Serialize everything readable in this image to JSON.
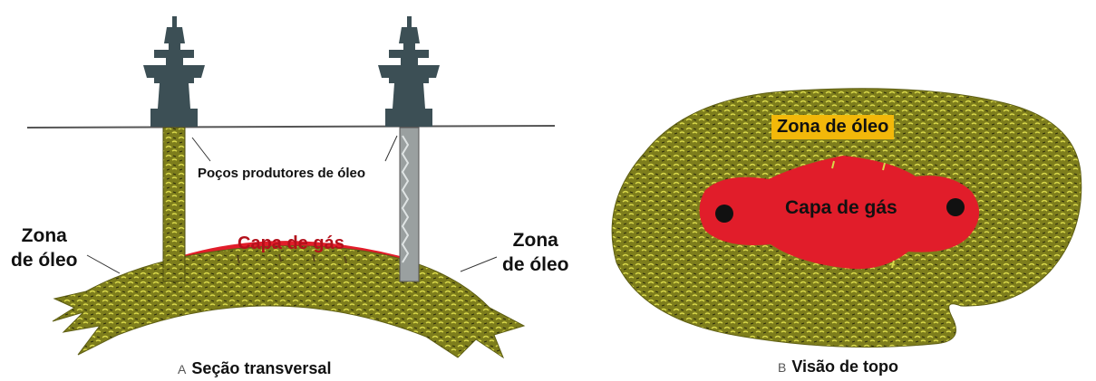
{
  "panel_a": {
    "zone_left_line1": "Zona",
    "zone_left_line2": "de óleo",
    "zone_right_line1": "Zona",
    "zone_right_line2": "de óleo",
    "wells_label": "Poços produtores de óleo",
    "gas_cap_label": "Capa de gás",
    "caption_letter": "A",
    "caption": "Seção transversal"
  },
  "panel_b": {
    "zone_label": "Zona de óleo",
    "gas_cap_label": "Capa de gás",
    "caption_letter": "B",
    "caption": "Visão de topo"
  },
  "colors": {
    "oil_zone": "#8f8f22",
    "oil_texture": "#d6d642",
    "gas_cap": "#e11d2a",
    "derrick": "#3c4f55",
    "zone_tag": "#f2b80a"
  }
}
